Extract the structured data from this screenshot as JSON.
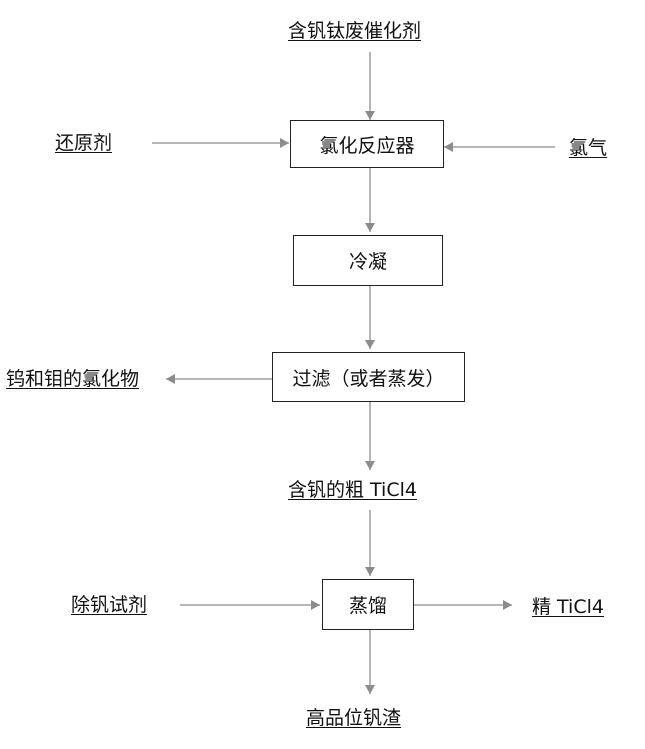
{
  "diagram": {
    "inputs": {
      "catalyst": "含钒钛废催化剂",
      "reductant": "还原剂",
      "chlorine": "氯气",
      "vanadium_remover": "除钒试剂"
    },
    "steps": {
      "chlorination": "氯化反应器",
      "condensation": "冷凝",
      "filtration": "过滤（或者蒸发）",
      "distillation": "蒸馏"
    },
    "products": {
      "w_mo_chlorides": "钨和钼的氯化物",
      "crude_ticl4": "含钒的粗 TiCl4",
      "refined_ticl4": "精 TiCl4",
      "vanadium_residue": "高品位钒渣"
    },
    "colors": {
      "arrow": "#8c8c8c",
      "border": "#222222",
      "text": "#111111"
    }
  }
}
